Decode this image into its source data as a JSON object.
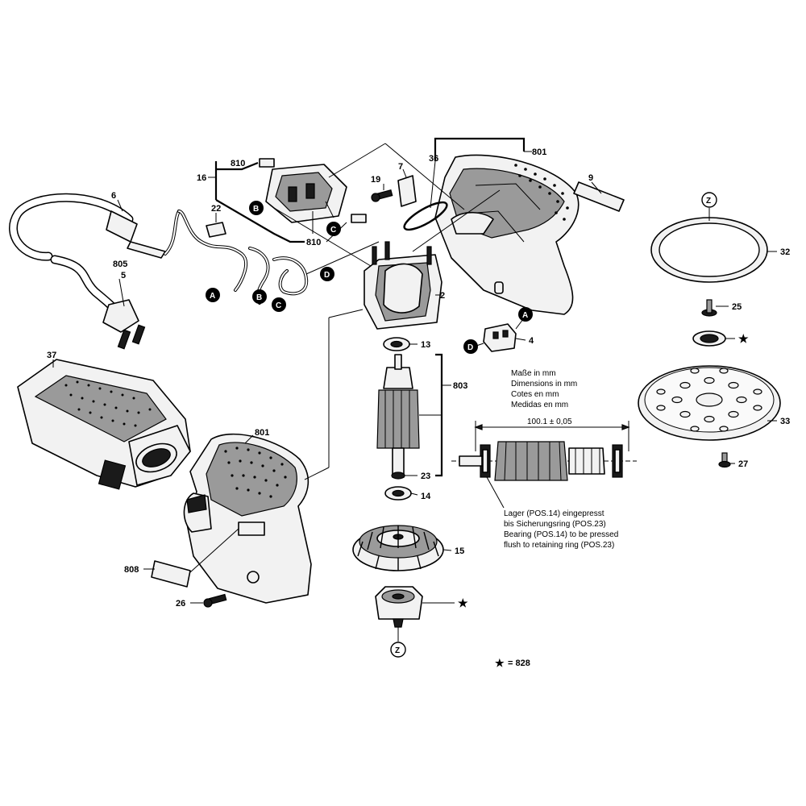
{
  "callouts": {
    "p2": "2",
    "p4": "4",
    "p5": "5",
    "p6": "6",
    "p7": "7",
    "p9": "9",
    "p13": "13",
    "p14": "14",
    "p15": "15",
    "p16": "16",
    "p19": "19",
    "p22": "22",
    "p23": "23",
    "p25": "25",
    "p26": "26",
    "p27": "27",
    "p32": "32",
    "p33": "33",
    "p36": "36",
    "p37": "37",
    "p801a": "801",
    "p801b": "801",
    "p803": "803",
    "p805": "805",
    "p808": "808",
    "p810a": "810",
    "p810b": "810"
  },
  "markers": {
    "A": "A",
    "B": "B",
    "C": "C",
    "D": "D",
    "Z": "Z"
  },
  "dimension_note": {
    "de": "Maße in mm",
    "en": "Dimensions in mm",
    "fr": "Cotes en mm",
    "es": "Medidas en mm",
    "value": "100.1 ± 0,05"
  },
  "assembly_note": {
    "line1": "Lager (POS.14) eingepresst",
    "line2": "bis Sicherungsring (POS.23)",
    "line3": "Bearing (POS.14) to be pressed",
    "line4": "flush to retaining ring (POS.23)"
  },
  "legend": {
    "star": "★",
    "text": "= 828"
  }
}
